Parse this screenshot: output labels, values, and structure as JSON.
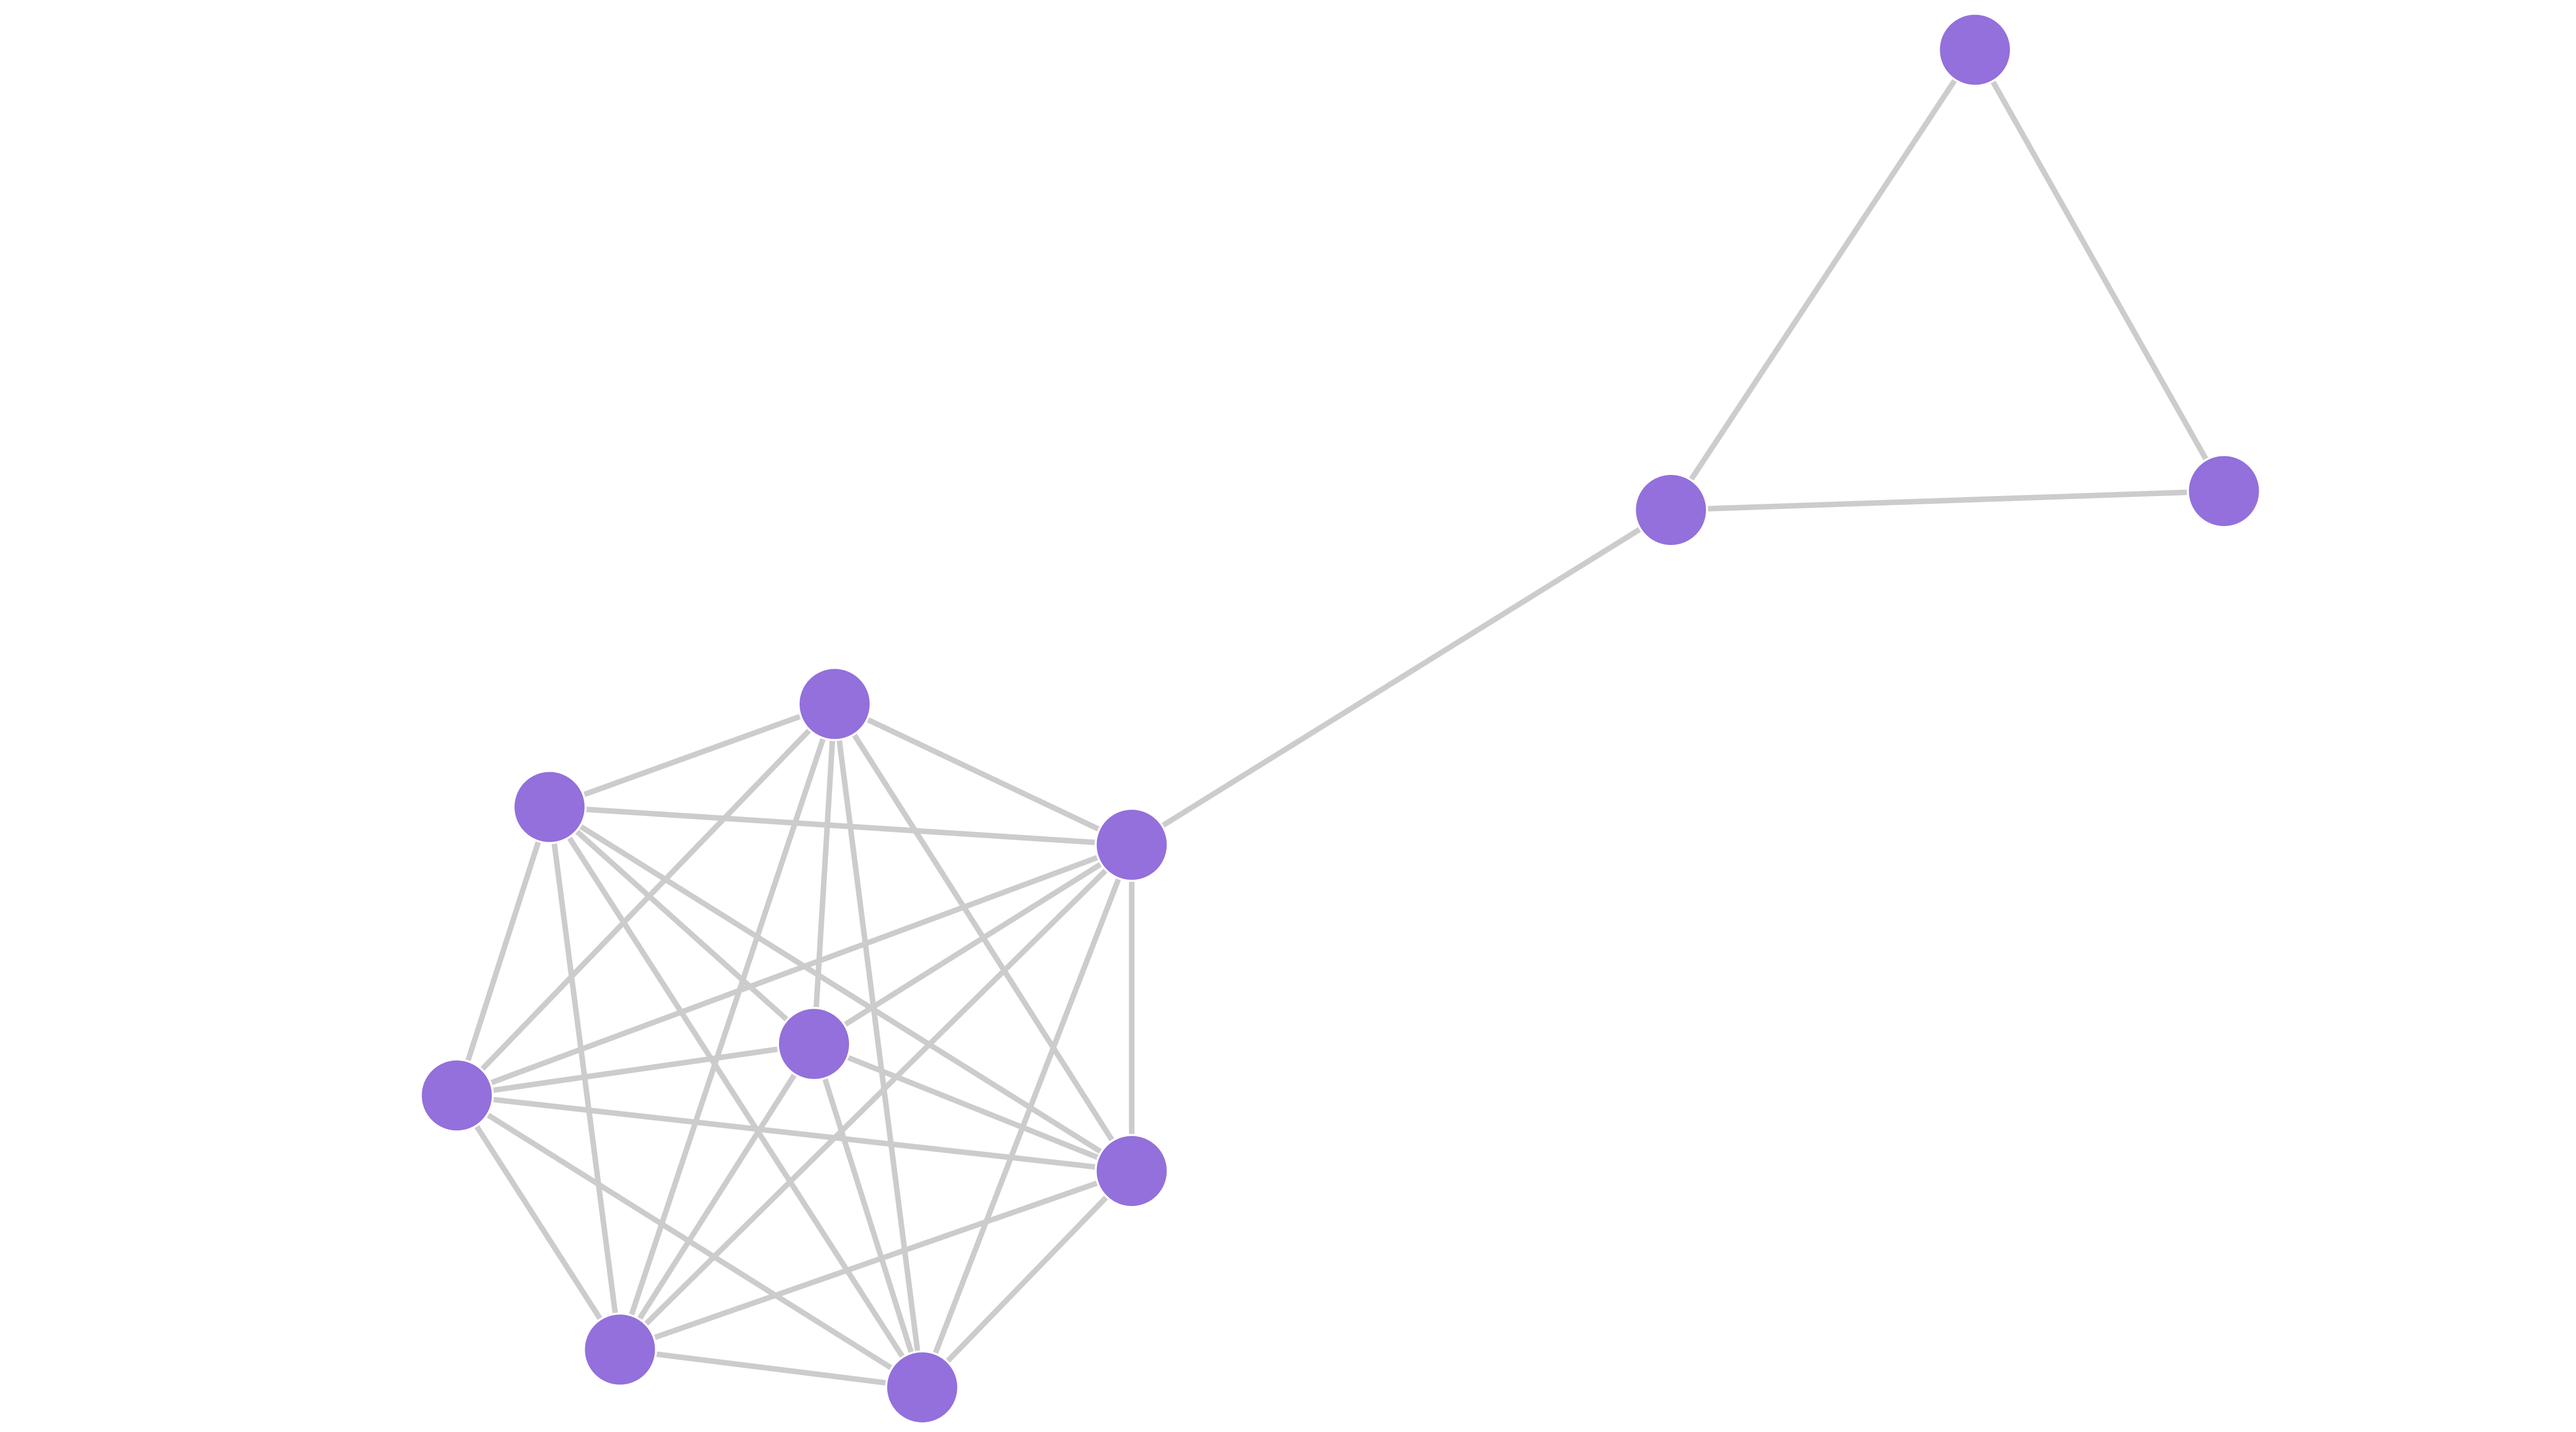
{
  "graph": {
    "type": "network",
    "colors": {
      "node": "#9370db",
      "edge": "#cccccc",
      "background": "#ffffff"
    },
    "nodes": [
      "n0",
      "n1",
      "n2",
      "n3",
      "n4",
      "n5",
      "n6",
      "n7",
      "n8",
      "n9",
      "n10"
    ],
    "edges": [
      [
        "n0",
        "n1"
      ],
      [
        "n0",
        "n2"
      ],
      [
        "n0",
        "n3"
      ],
      [
        "n0",
        "n4"
      ],
      [
        "n0",
        "n5"
      ],
      [
        "n0",
        "n6"
      ],
      [
        "n0",
        "n7"
      ],
      [
        "n1",
        "n2"
      ],
      [
        "n1",
        "n3"
      ],
      [
        "n1",
        "n4"
      ],
      [
        "n1",
        "n5"
      ],
      [
        "n1",
        "n6"
      ],
      [
        "n1",
        "n7"
      ],
      [
        "n2",
        "n3"
      ],
      [
        "n2",
        "n4"
      ],
      [
        "n2",
        "n5"
      ],
      [
        "n2",
        "n6"
      ],
      [
        "n2",
        "n7"
      ],
      [
        "n3",
        "n4"
      ],
      [
        "n3",
        "n5"
      ],
      [
        "n3",
        "n6"
      ],
      [
        "n3",
        "n7"
      ],
      [
        "n4",
        "n5"
      ],
      [
        "n4",
        "n6"
      ],
      [
        "n4",
        "n7"
      ],
      [
        "n5",
        "n6"
      ],
      [
        "n5",
        "n7"
      ],
      [
        "n6",
        "n7"
      ],
      [
        "n2",
        "n8"
      ],
      [
        "n8",
        "n9"
      ],
      [
        "n9",
        "n10"
      ],
      [
        "n8",
        "n10"
      ]
    ]
  }
}
